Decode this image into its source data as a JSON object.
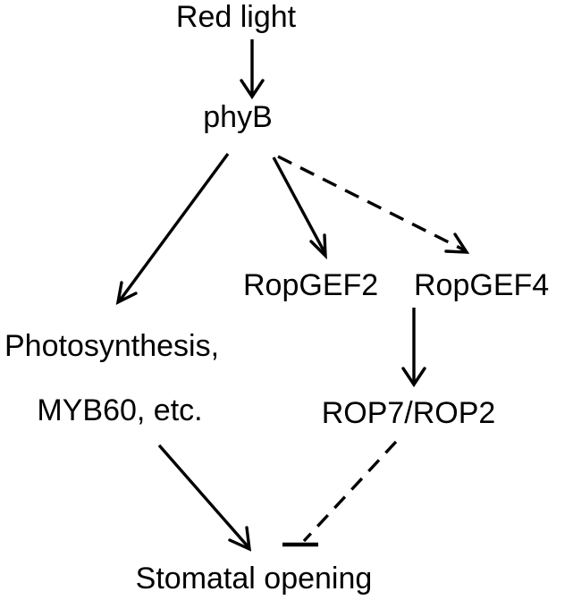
{
  "nodes": {
    "red_light": "Red light",
    "phyb": "phyB",
    "ropgef2": "RopGEF2",
    "ropgef4": "RopGEF4",
    "photosynthesis": "Photosynthesis,",
    "myb60": "MYB60, etc.",
    "rop7_rop2": "ROP7/ROP2",
    "stomatal_opening": "Stomatal opening"
  },
  "edges": [
    {
      "from": "Red light",
      "to": "phyB",
      "relation": "activates",
      "style": "solid"
    },
    {
      "from": "phyB",
      "to": "Photosynthesis, MYB60, etc.",
      "relation": "activates",
      "style": "solid"
    },
    {
      "from": "phyB",
      "to": "RopGEF2",
      "relation": "activates",
      "style": "solid"
    },
    {
      "from": "phyB",
      "to": "RopGEF4",
      "relation": "activates",
      "style": "dashed"
    },
    {
      "from": "RopGEF4",
      "to": "ROP7/ROP2",
      "relation": "activates",
      "style": "solid"
    },
    {
      "from": "Photosynthesis, MYB60, etc.",
      "to": "Stomatal opening",
      "relation": "activates",
      "style": "solid"
    },
    {
      "from": "ROP7/ROP2",
      "to": "Stomatal opening",
      "relation": "inhibits",
      "style": "dashed"
    }
  ],
  "colors": {
    "ink": "#000000",
    "background": "#ffffff"
  }
}
